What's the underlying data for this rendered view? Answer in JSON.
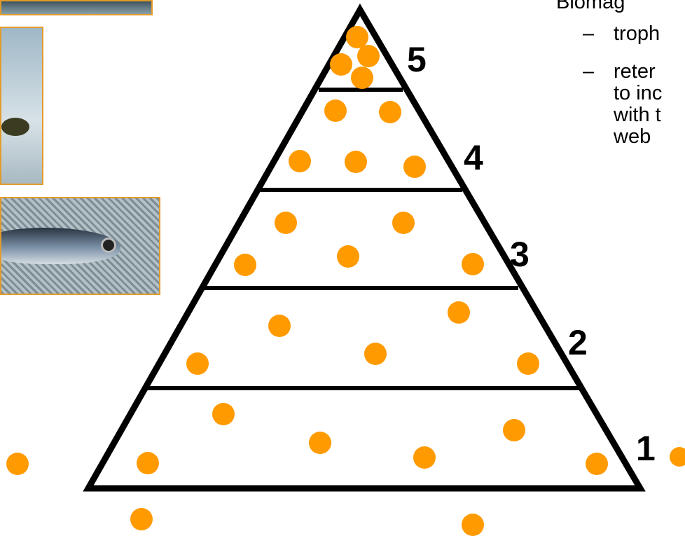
{
  "text_panel": {
    "title": "Biomag",
    "bullets": [
      {
        "dash": "–",
        "lines": [
          "troph"
        ]
      },
      {
        "dash": "–",
        "lines": [
          "reter",
          "to inc",
          "with t",
          "web"
        ]
      }
    ]
  },
  "levels": [
    "1",
    "2",
    "3",
    "4",
    "5"
  ],
  "colors": {
    "dot": "#ff9a00",
    "outline": "#000000",
    "photo_border": "#e39b2a"
  },
  "photos": [
    "landscape-photo",
    "fish-on-water-photo",
    "fish-on-net-photo"
  ]
}
